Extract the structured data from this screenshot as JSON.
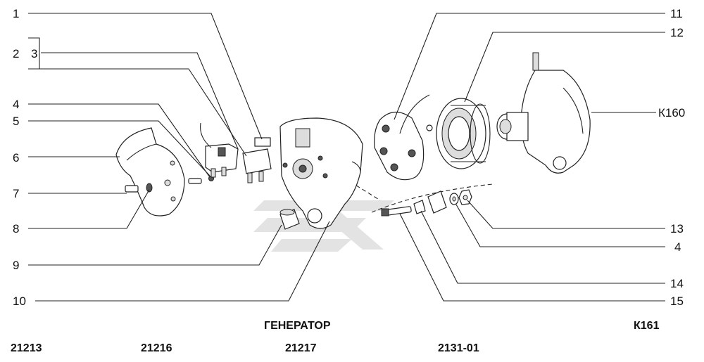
{
  "title": "ГЕНЕРАТОР",
  "page_code": "К161",
  "assembly_ref": "К160",
  "callouts": [
    {
      "id": "c1",
      "text": "1"
    },
    {
      "id": "c2",
      "text": "2"
    },
    {
      "id": "c3",
      "text": "3"
    },
    {
      "id": "c4l",
      "text": "4"
    },
    {
      "id": "c5",
      "text": "5"
    },
    {
      "id": "c6",
      "text": "6"
    },
    {
      "id": "c7",
      "text": "7"
    },
    {
      "id": "c8",
      "text": "8"
    },
    {
      "id": "c9",
      "text": "9"
    },
    {
      "id": "c10",
      "text": "10"
    },
    {
      "id": "c11",
      "text": "11"
    },
    {
      "id": "c12",
      "text": "12"
    },
    {
      "id": "c13",
      "text": "13"
    },
    {
      "id": "c4r",
      "text": "4"
    },
    {
      "id": "c14",
      "text": "14"
    },
    {
      "id": "c15",
      "text": "15"
    }
  ],
  "models": [
    "21213",
    "21216",
    "21217",
    "2131-01"
  ]
}
